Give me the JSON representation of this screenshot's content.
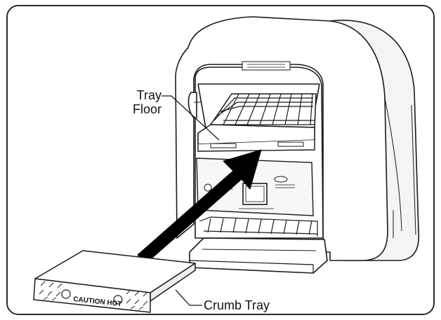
{
  "diagram": {
    "labels": {
      "tray_floor_line1": "Tray",
      "tray_floor_line2": "Floor",
      "crumb_tray": "Crumb Tray"
    },
    "crumb_tray_caution": "CAUTION HOT",
    "colors": {
      "line": "#1a1a1a",
      "arrow": "#000000",
      "frame": "#2a2a2a",
      "background": "#ffffff",
      "panel": "#f2f2f2",
      "shade": "#d8d8d8"
    }
  }
}
